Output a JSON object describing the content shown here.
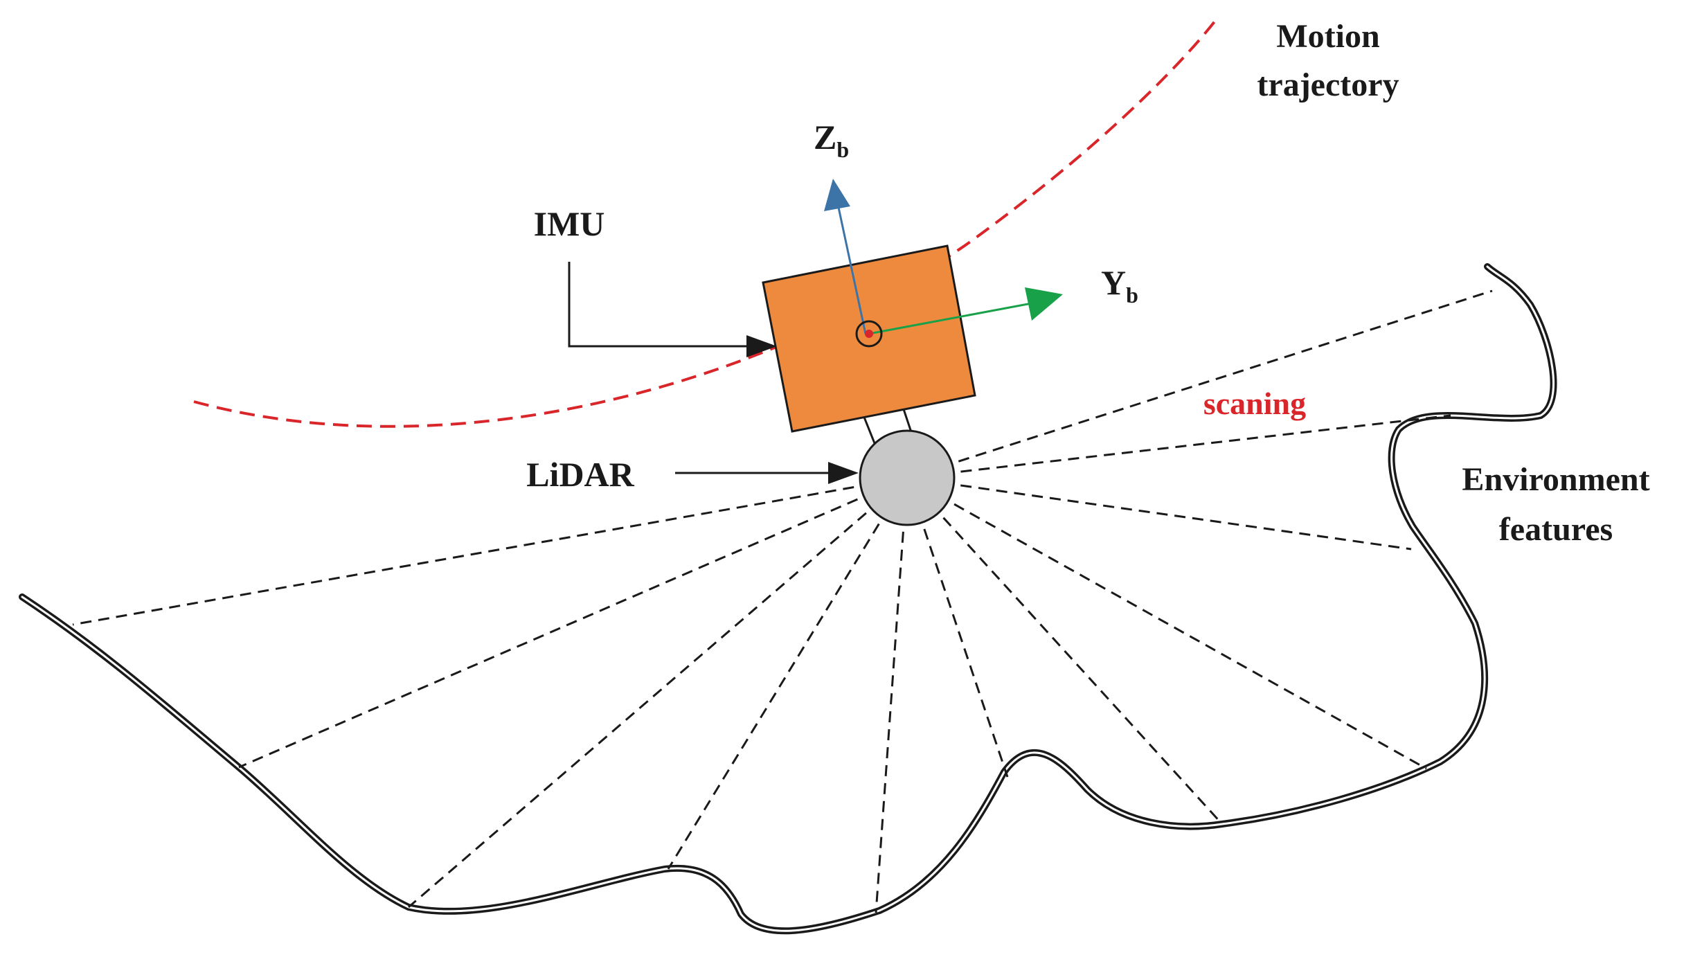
{
  "labels": {
    "motion": "Motion",
    "trajectory": "trajectory",
    "z_main": "Z",
    "z_sub": "b",
    "y_main": "Y",
    "y_sub": "b",
    "imu": "IMU",
    "lidar": "LiDAR",
    "scanning": "scaning",
    "environment": "Environment",
    "features": "features"
  },
  "colors": {
    "trajectory": "#d9262b",
    "imu_fill": "#ee8a3d",
    "z_axis": "#3d74a8",
    "y_axis": "#19a14a",
    "lidar_fill": "#c8c8c8",
    "scanning_text": "#d9262b",
    "ink": "#1a1a1a"
  }
}
